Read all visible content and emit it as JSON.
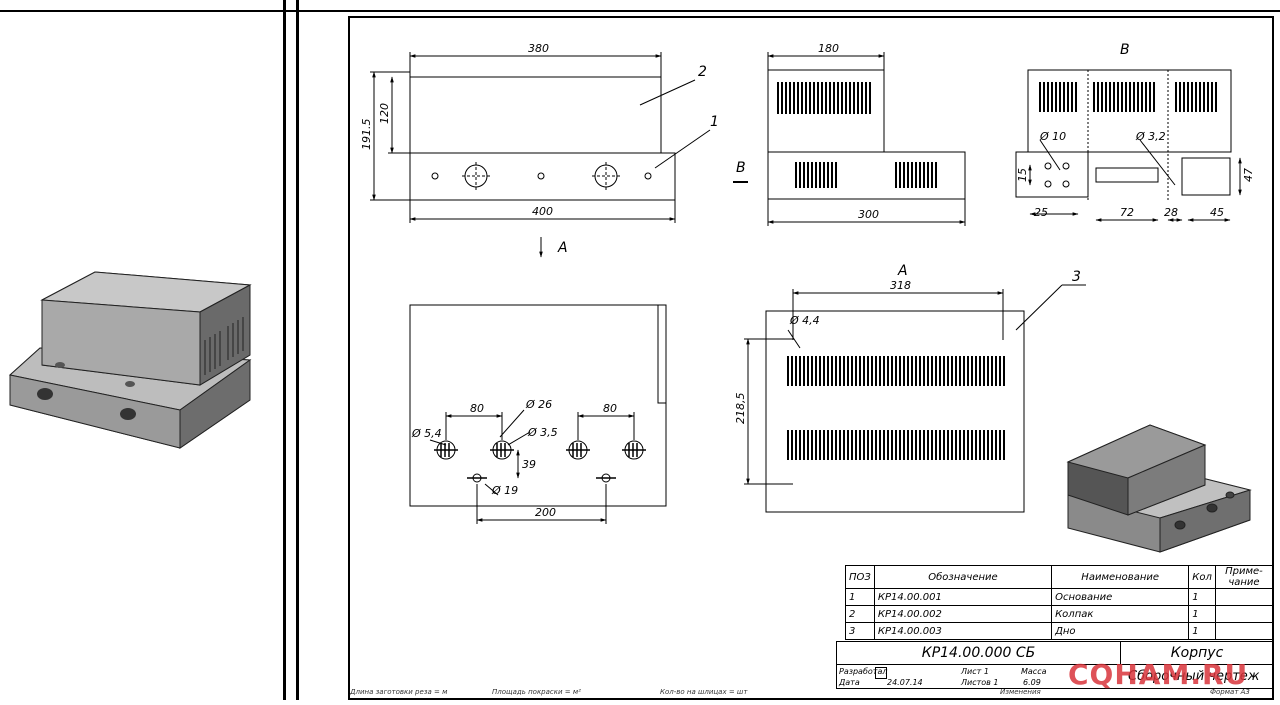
{
  "view_labels": {
    "view_a_arrow": "A",
    "view_b_arrow": "B",
    "view_b_title": "B",
    "view_a_title": "A"
  },
  "dims": {
    "front_top_width": "380",
    "front_height_total": "191.5",
    "front_height_cover": "120",
    "front_width": "400",
    "side_top_width": "180",
    "side_width": "300",
    "b_d10": "Ø 10",
    "b_d32": "Ø 3,2",
    "b_47": "47",
    "b_25": "25",
    "b_72": "72",
    "b_28": "28",
    "b_45": "45",
    "b_15": "15",
    "bot_80_left": "80",
    "bot_80_right": "80",
    "bot_d26": "Ø 26",
    "bot_d54": "Ø 5,4",
    "bot_d35": "Ø 3,5",
    "bot_39": "39",
    "bot_d19": "Ø 19",
    "bot_200": "200",
    "a_318": "318",
    "a_d44": "Ø 4,4",
    "a_2185": "218,5"
  },
  "positions": {
    "p1": "1",
    "p2": "2",
    "p3": "3"
  },
  "bom": {
    "headers": {
      "poz": "ПОЗ",
      "oboz": "Обозначение",
      "name": "Наименование",
      "qty": "Кол",
      "note": "Приме-чание"
    },
    "rows": [
      {
        "poz": "1",
        "oboz": "КР14.00.001",
        "name": "Основание",
        "qty": "1"
      },
      {
        "poz": "2",
        "oboz": "КР14.00.002",
        "name": "Колпак",
        "qty": "1"
      },
      {
        "poz": "3",
        "oboz": "КР14.00.003",
        "name": "Дно",
        "qty": "1"
      }
    ]
  },
  "title_block": {
    "code": "КР14.00.000 СБ",
    "name": "Корпус",
    "subtitle": "Сборочный чертеж",
    "razrab": "Разработал",
    "data": "Дата",
    "date_val": "24.07.14",
    "list_label": "Лист 1",
    "listov_label": "Листов 1",
    "massa_label": "Масса",
    "massa_val": "6.09"
  },
  "footer": {
    "f1": "Длина заготовки реза = м",
    "f2": "Площадь покраски = м²",
    "f3": "Кол-во на шлицах = шт",
    "f4": "Изменения",
    "f5": "Формат А3"
  },
  "watermark": "CQHAM.RU"
}
